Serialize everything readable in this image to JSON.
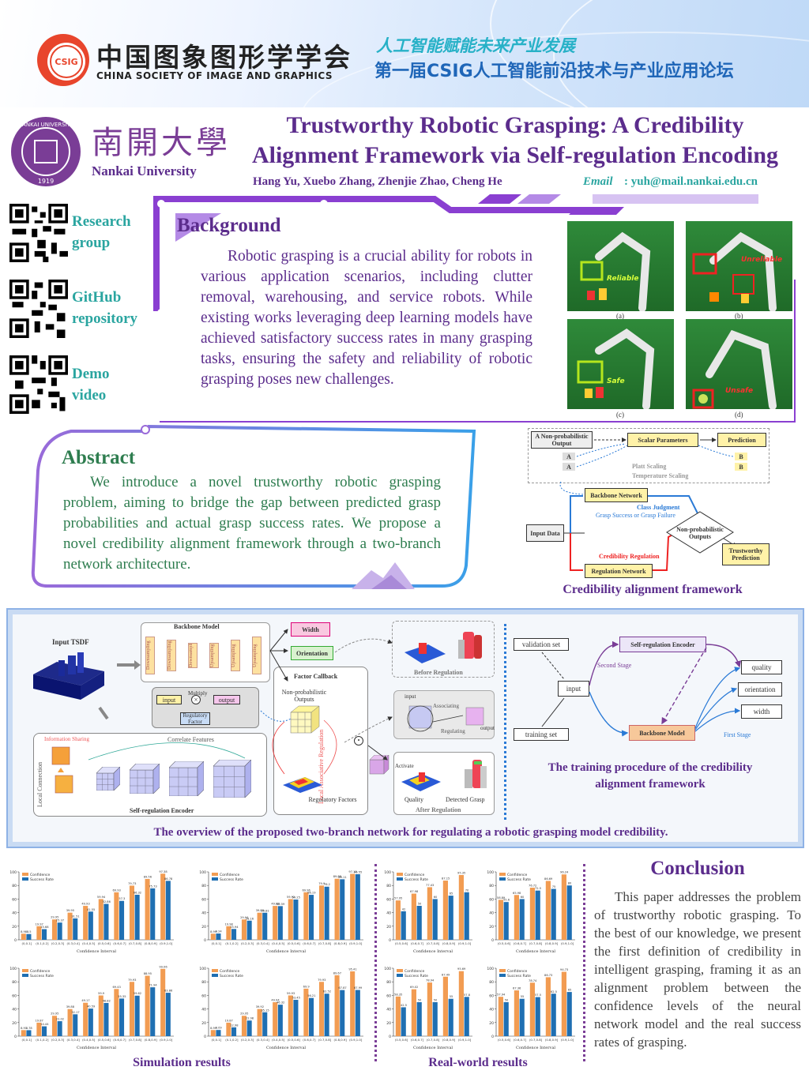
{
  "header": {
    "org_cn": "中国图象图形学学会",
    "org_en": "CHINA SOCIETY OF IMAGE AND GRAPHICS",
    "logo_text": "CSIG",
    "slogan1": "人工智能赋能未来产业发展",
    "slogan2": "第一届CSIG人工智能前沿技术与产业应用论坛"
  },
  "university": {
    "name_cn": "南開大學",
    "name_en": "Nankai University",
    "seal_top": "NANKAI UNIVERSITY",
    "seal_year": "1919"
  },
  "paper": {
    "title_line1": "Trustworthy Robotic Grasping: A Credibility",
    "title_line2": "Alignment Framework via Self-regulation Encoding",
    "authors": "Hang Yu, Xuebo Zhang, Zhenjie Zhao, Cheng He",
    "email_label": "Email",
    "email": ": yuh@mail.nankai.edu.cn"
  },
  "links": [
    {
      "line1": "Research",
      "line2": "group"
    },
    {
      "line1": "GitHub",
      "line2": "repository"
    },
    {
      "line1": "Demo",
      "line2": "video"
    }
  ],
  "background": {
    "title": "Background",
    "text": "Robotic grasping is a crucial ability for robots in various application scenarios, including clutter removal, warehousing, and service robots. While existing works leveraging deep learning models have achieved satisfactory success rates in many grasping tasks, ensuring the safety and reliability of robotic grasping poses new challenges.",
    "photo_labels": [
      "(a)",
      "(b)",
      "(c)",
      "(d)"
    ],
    "photo_tags": [
      "Reliable",
      "Unreliable",
      "Safe",
      "Unsafe"
    ]
  },
  "abstract": {
    "title": "Abstract",
    "text": "We introduce a novel trustworthy robotic grasping problem, aiming to bridge the gap between predicted grasp probabilities and actual grasp success rates. We propose a novel credibility alignment framework through a two-branch network architecture."
  },
  "framework_fig": {
    "caption": "Credibility alignment framework",
    "non_prob": "A Non-probabilistic Output",
    "scalar": "Scalar Parameters",
    "prediction": "Prediction",
    "a": "A",
    "b": "B",
    "platt": "Platt Scaling",
    "temp": "Temperature Scaling",
    "backbone": "Backbone Network",
    "class_judgment": "Class Judgment",
    "grasp_sf": "Grasp Success or Grasp Failure",
    "input_data": "Input Data",
    "non_prob_outputs": "Non-probabilistic Outputs",
    "cred_reg": "Credibility Regulation",
    "reg_net": "Regulation Network",
    "trust_pred": "Trustworthy Prediction"
  },
  "overview_fig": {
    "caption": "The overview of the proposed two-branch network for regulating a robotic grasping model credibility.",
    "input_tsdf": "Input  TSDF",
    "backbone_model": "Backbone Model",
    "layers": [
      "Downsampling",
      "Downsampling",
      "Downsampling",
      "Upsampling",
      "Upsampling",
      "Upsampling"
    ],
    "width": "Width",
    "orientation": "Orientation",
    "before_reg": "Before Regulation",
    "factor_callback": "Factor Callback",
    "non_prob": "Non-probabilistic Outputs",
    "local_assoc": "Local Associative Regulation",
    "multiply": "Multiply",
    "input": "input",
    "output": "output",
    "reg_factor": "Regulatory Factor",
    "info_sharing": "Information Sharing",
    "correlate": "Correlate Features",
    "local_conn": "Local Connection",
    "sre": "Self-regulation Encoder",
    "reg_factors": "Regulatory Factors",
    "associating": "Associating",
    "regulating": "Regulating",
    "activate": "Activate",
    "quality": "Quality",
    "detected": "Detected Grasp",
    "after_reg": "After Regulation"
  },
  "training_fig": {
    "caption_line1": "The training procedure of the credibility",
    "caption_line2": "alignment framework",
    "validation": "validation set",
    "training": "training set",
    "input": "input",
    "sre": "Self-regulation Encoder",
    "backbone": "Backbone Model",
    "second": "Second Stage",
    "first": "First Stage",
    "outputs": [
      "quality",
      "orientation",
      "width"
    ]
  },
  "results": {
    "sim_caption": "Simulation results",
    "real_caption": "Real-world results",
    "legend": [
      "Confidence",
      "Success Rate"
    ],
    "xlabel": "Confidence Interval"
  },
  "conclusion": {
    "title": "Conclusion",
    "text": "This paper addresses the problem of trustworthy robotic grasping. To the best of our knowledge, we present the first definition of credibility in intelligent grasping, framing it as an alignment problem between the confidence levels of the neural network model and the real success rates of grasping."
  },
  "colors": {
    "purple": "#5b2c8c",
    "teal": "#2aa5a0",
    "confidence": "#f29c52",
    "success": "#1f6fb2"
  },
  "chart_data": [
    {
      "type": "bar",
      "categories": [
        "(0,0.1]",
        "(0.1,0.2]",
        "(0.2,0.3]",
        "(0.3,0.4]",
        "(0.4,0.5]",
        "(0.5,0.6]",
        "(0.6,0.7]",
        "(0.7,0.8]",
        "(0.8,0.9]",
        "(0.9,1.0]"
      ],
      "series": [
        {
          "name": "Confidence",
          "values": [
            8.98,
            19.97,
            29.95,
            39.95,
            49.93,
            59.94,
            69.93,
            79.73,
            89.56,
            97.38
          ]
        },
        {
          "name": "Success Rate",
          "values": [
            8.5,
            15.68,
            25.37,
            31.51,
            41.55,
            52.86,
            57.3,
            66.32,
            75.73,
            86.78
          ]
        }
      ],
      "xlabel": "Confidence Interval",
      "ylim": [
        0,
        100
      ]
    },
    {
      "type": "bar",
      "categories": [
        "(0,0.1]",
        "(0.1,0.2]",
        "(0.2,0.3]",
        "(0.3,0.4]",
        "(0.4,0.5]",
        "(0.5,0.6]",
        "(0.6,0.7]",
        "(0.7,0.8]",
        "(0.8,0.9]",
        "(0.9,1.0]"
      ],
      "series": [
        {
          "name": "Confidence",
          "values": [
            8.99,
            19.98,
            29.94,
            39.89,
            49.88,
            59.92,
            69.96,
            79.9,
            89.88,
            97.13
          ]
        },
        {
          "name": "Success Rate",
          "values": [
            9.24,
            15.94,
            28.16,
            39.81,
            49.59,
            59.25,
            66.19,
            78.2,
            89.11,
            96.55
          ]
        }
      ],
      "xlabel": "Confidence Interval",
      "ylim": [
        0,
        100
      ]
    },
    {
      "type": "bar",
      "categories": [
        "(0,0.1]",
        "(0.1,0.2]",
        "(0.2,0.3]",
        "(0.3,0.4]",
        "(0.4,0.5]",
        "(0.5,0.6]",
        "(0.6,0.7]",
        "(0.7,0.8]",
        "(0.8,0.9]",
        "(0.9,1.0]"
      ],
      "series": [
        {
          "name": "Confidence",
          "values": [
            8.91,
            19.87,
            29.95,
            39.88,
            49.17,
            59.9,
            69.43,
            79.93,
            88.95,
            99.06
          ]
        },
        {
          "name": "Success Rate",
          "values": [
            8.78,
            14.44,
            22.02,
            32.17,
            40.59,
            48.82,
            55.35,
            59.62,
            71.94,
            63.86
          ]
        }
      ],
      "xlabel": "Confidence Interval",
      "ylim": [
        0,
        100
      ]
    },
    {
      "type": "bar",
      "categories": [
        "(0,0.1]",
        "(0.1,0.2]",
        "(0.2,0.3]",
        "(0.3,0.4]",
        "(0.4,0.5]",
        "(0.5,0.6]",
        "(0.6,0.7]",
        "(0.7,0.8]",
        "(0.8,0.9]",
        "(0.9,1.0]"
      ],
      "series": [
        {
          "name": "Confidence",
          "values": [
            8.99,
            19.87,
            29.95,
            39.92,
            49.94,
            59.93,
            69.9,
            79.93,
            89.67,
            95.41
          ]
        },
        {
          "name": "Success Rate",
          "values": [
            9.09,
            12.98,
            22.98,
            35.15,
            46.32,
            53.45,
            56.21,
            62.52,
            67.87,
            67.99
          ]
        }
      ],
      "xlabel": "Confidence Interval",
      "ylim": [
        0,
        100
      ]
    },
    {
      "type": "bar",
      "categories": [
        "(0.5,0.6]",
        "(0.6,0.7]",
        "(0.7,0.8]",
        "(0.8,0.9]",
        "(0.9,1.0]"
      ],
      "series": [
        {
          "name": "Confidence",
          "values": [
            57.95,
            67.98,
            77.43,
            87.15,
            95.35
          ]
        },
        {
          "name": "Success Rate",
          "values": [
            42.0,
            50.0,
            60.0,
            65.0,
            70.0
          ]
        }
      ],
      "xlabel": "Confidence Interval",
      "ylim": [
        0,
        100
      ]
    },
    {
      "type": "bar",
      "categories": [
        "(0.5,0.6]",
        "(0.6,0.7]",
        "(0.7,0.8]",
        "(0.8,0.9]",
        "(0.9,1.0]"
      ],
      "series": [
        {
          "name": "Confidence",
          "values": [
            58.89,
            65.98,
            76.72,
            86.69,
            96.24
          ]
        },
        {
          "name": "Success Rate",
          "values": [
            55.6,
            60.0,
            72.5,
            75.0,
            80.0
          ]
        }
      ],
      "xlabel": "Confidence Interval",
      "ylim": [
        0,
        100
      ]
    },
    {
      "type": "bar",
      "categories": [
        "(0.5,0.6]",
        "(0.6,0.7]",
        "(0.7,0.8]",
        "(0.8,0.9]",
        "(0.9,1.0]"
      ],
      "series": [
        {
          "name": "Confidence",
          "values": [
            58.35,
            69.02,
            78.94,
            87.49,
            95.69
          ]
        },
        {
          "name": "Success Rate",
          "values": [
            42.5,
            50.0,
            50.0,
            55.0,
            57.8
          ]
        }
      ],
      "xlabel": "Confidence Interval",
      "ylim": [
        0,
        100
      ]
    },
    {
      "type": "bar",
      "categories": [
        "(0.5,0.6]",
        "(0.6,0.7]",
        "(0.7,0.8]",
        "(0.8,0.9]",
        "(0.9,1.0]"
      ],
      "series": [
        {
          "name": "Confidence",
          "values": [
            57.94,
            67.36,
            78.74,
            86.73,
            94.73
          ]
        },
        {
          "name": "Success Rate",
          "values": [
            50.0,
            55.0,
            57.5,
            62.5,
            65.0
          ]
        }
      ],
      "xlabel": "Confidence Interval",
      "ylim": [
        0,
        100
      ]
    }
  ]
}
